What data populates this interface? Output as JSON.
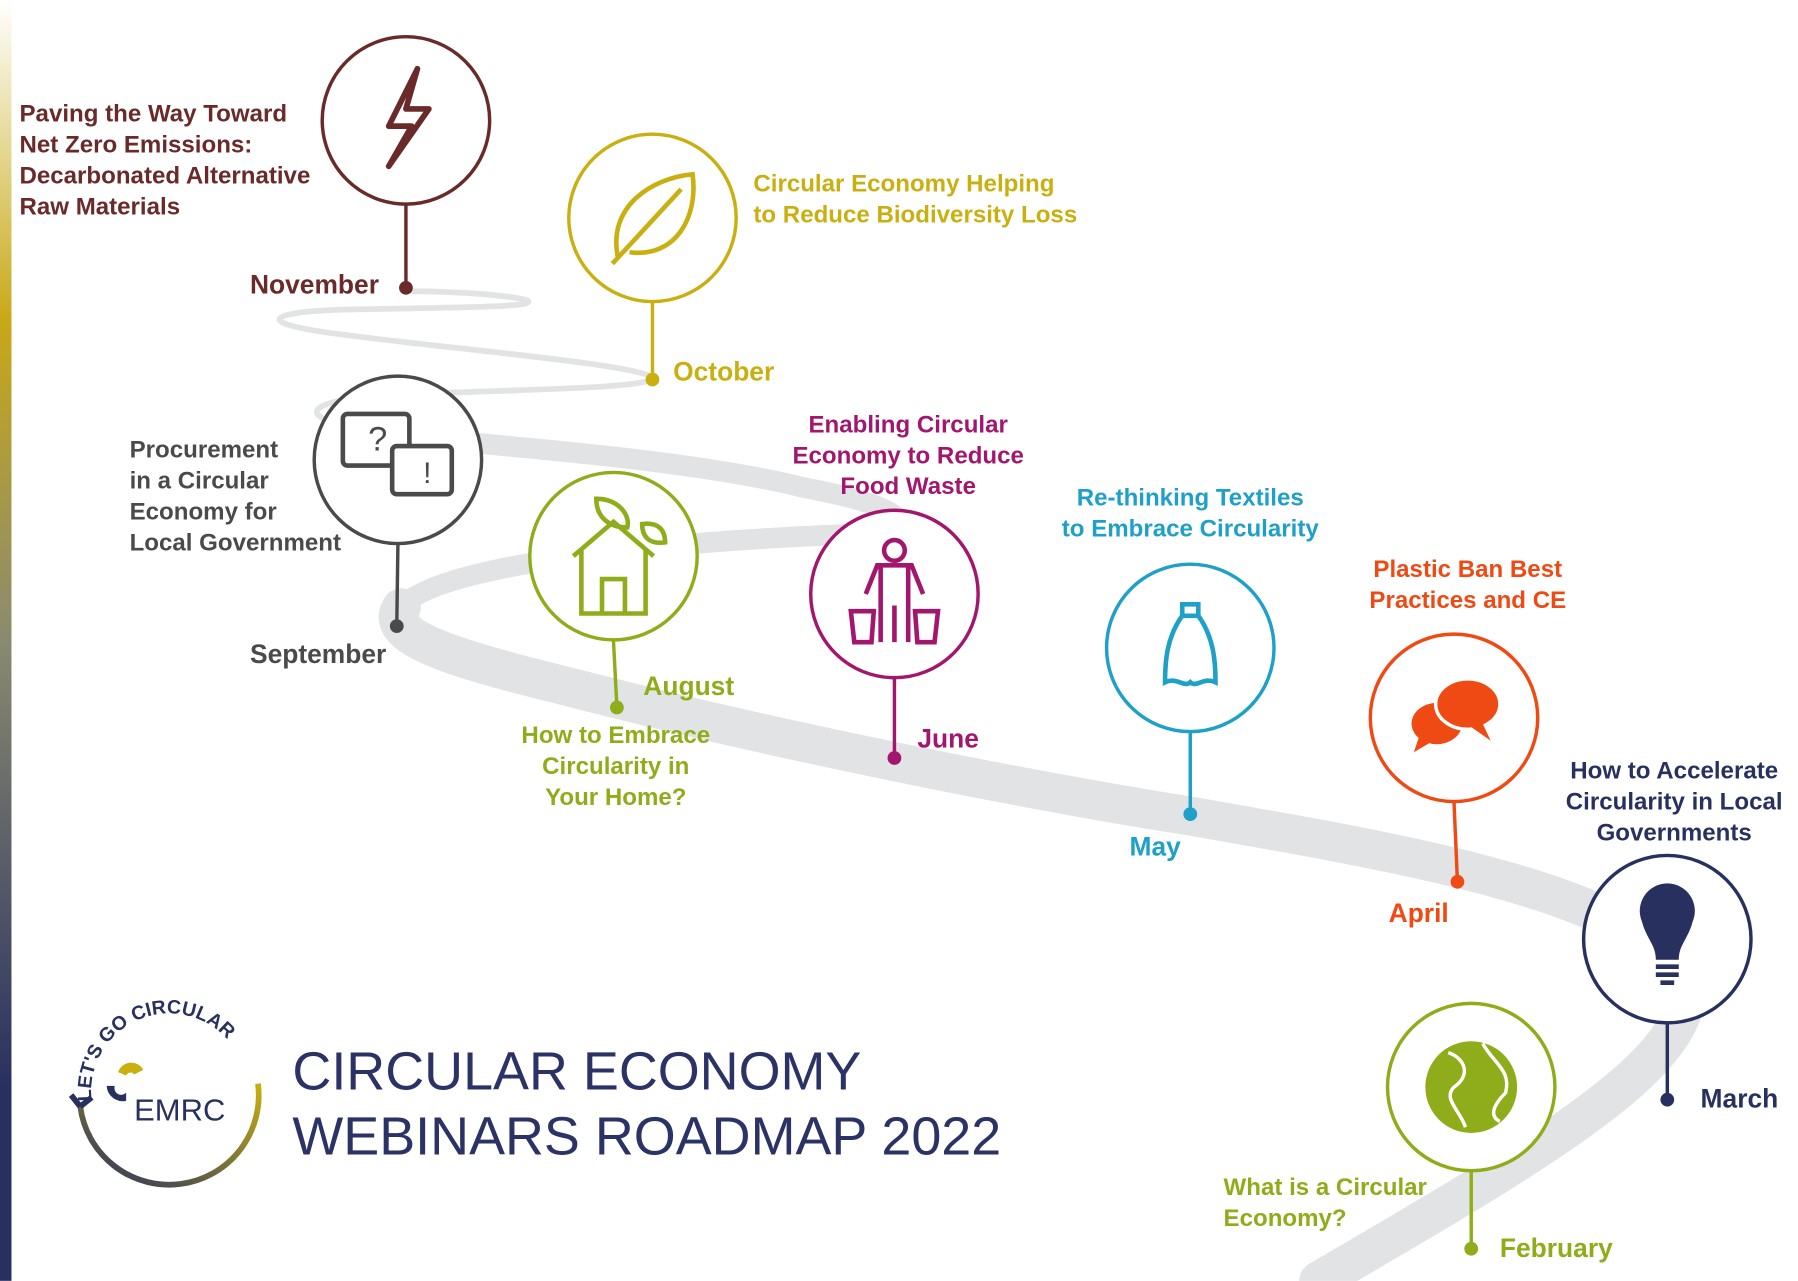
{
  "title": {
    "line1": "CIRCULAR ECONOMY",
    "line2": "WEBINARS ROADMAP 2022"
  },
  "logo": {
    "arc_text": "LET'S GO CIRCULAR",
    "name": "EMRC"
  },
  "milestones": [
    {
      "month": "November",
      "topic": [
        "Paving the Way Toward",
        "Net Zero Emissions:",
        "Decarbonated Alternative",
        "Raw Materials"
      ],
      "icon": "lightning-icon",
      "color": "#6b2a2a"
    },
    {
      "month": "October",
      "topic": [
        "Circular Economy Helping",
        "to Reduce Biodiversity Loss"
      ],
      "icon": "leaf-icon",
      "color": "#c9b010"
    },
    {
      "month": "September",
      "topic": [
        "Procurement",
        "in a Circular",
        "Economy for",
        "Local Government"
      ],
      "icon": "chat-question-icon",
      "color": "#4a4a4a"
    },
    {
      "month": "August",
      "topic": [
        "How to Embrace",
        "Circularity in",
        "Your Home?"
      ],
      "icon": "eco-house-icon",
      "color": "#8fad1a"
    },
    {
      "month": "June",
      "topic": [
        "Enabling Circular",
        "Economy to Reduce",
        "Food Waste"
      ],
      "icon": "person-bins-icon",
      "color": "#a3166e"
    },
    {
      "month": "May",
      "topic": [
        "Re-thinking Textiles",
        "to Embrace Circularity"
      ],
      "icon": "bottle-icon",
      "color": "#1ea0c8"
    },
    {
      "month": "April",
      "topic": [
        "Plastic Ban Best",
        "Practices and CE"
      ],
      "icon": "speech-bubbles-icon",
      "color": "#f04a14"
    },
    {
      "month": "March",
      "topic": [
        "How to Accelerate",
        "Circularity in Local",
        "Governments"
      ],
      "icon": "lightbulb-icon",
      "color": "#283060"
    },
    {
      "month": "February",
      "topic": [
        "What is a Circular",
        "Economy?"
      ],
      "icon": "globe-icon",
      "color": "#8fad1a"
    }
  ]
}
